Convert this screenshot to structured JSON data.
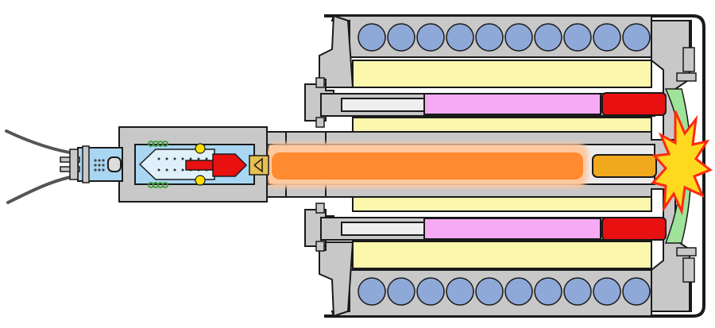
{
  "diagram": {
    "kind": "cutaway cross-section of an initiator-driven device",
    "labels": []
  },
  "colors": {
    "casing": "#c8c8c8",
    "casing_dark": "#9a9a9a",
    "outline": "#1a1a1a",
    "pellet": "#8ea8d8",
    "cylinder": "#fbf7ad",
    "charge": "#f7aaf4",
    "charge_end": "#e81010",
    "flame": "#ff9a45",
    "initiator_cap": "#f0a81c",
    "blast_yellow": "#ffd820",
    "blast_red": "#ff3010",
    "green_zone": "#9fe39a",
    "connector": "#a9d6f2",
    "spring": "#3c9a3c",
    "ball": "#ffe000",
    "piston_red": "#e81010",
    "cable": "#777777"
  },
  "parts": {
    "pellet_rows": 2,
    "pellets_per_row": 10
  }
}
